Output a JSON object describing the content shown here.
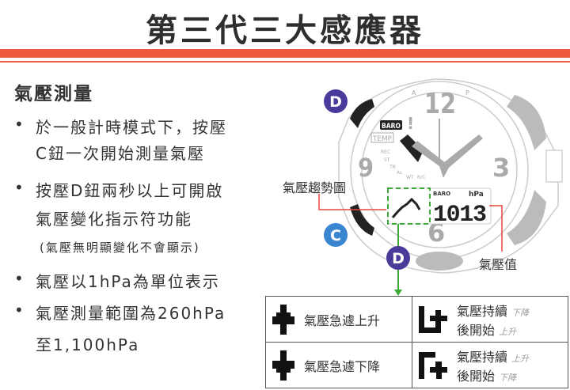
{
  "title": "第三代三大感應器",
  "section_heading": "氣壓測量",
  "bullets": [
    {
      "lines": [
        "於一般計時模式下，按壓",
        "C鈕一次開始測量氣壓"
      ]
    },
    {
      "lines": [
        "按壓D鈕兩秒以上可開啟",
        "氣壓變化指示符功能"
      ],
      "note": "(氣壓無明顯變化不會顯示)"
    },
    {
      "lines": [
        "氣壓以1hPa為單位表示"
      ]
    },
    {
      "lines": [
        "氣壓測量範圍為260hPa",
        "至1,100hPa"
      ]
    }
  ],
  "watch": {
    "button_d": "D",
    "button_c": "C",
    "button_d_bottom": "D",
    "dial_numbers": [
      "12",
      "3",
      "6",
      "9"
    ],
    "am": "A",
    "pm": "P",
    "baro_label": "BARO",
    "temp_label": "TEMP",
    "mode_labels": [
      "REC",
      "ST",
      "TR",
      "AL",
      "WT",
      "R/C"
    ],
    "lcd_baro": "BARO",
    "lcd_unit": "hPa",
    "lcd_value": "1013",
    "trend_label": "氣壓趨勢圖",
    "value_label": "氣壓值"
  },
  "legend": [
    {
      "icon": "rapid-rise-icon",
      "text": "氣壓急遽上升"
    },
    {
      "icon": "fall-then-rise-icon",
      "text_lines": [
        "氣壓持續",
        "後開始"
      ],
      "handwritten": [
        "下降",
        "上升"
      ]
    },
    {
      "icon": "rapid-fall-icon",
      "text": "氣壓急遽下降"
    },
    {
      "icon": "rise-then-fall-icon",
      "text_lines": [
        "氣壓持續",
        "後開始"
      ],
      "handwritten": [
        "上升",
        "下降"
      ]
    }
  ],
  "colors": {
    "accent": "#f05a3c",
    "button_d": "#4b3a9a",
    "button_c": "#3a86d0",
    "trend_box": "#3aaa35",
    "leader": "#e8453c"
  }
}
